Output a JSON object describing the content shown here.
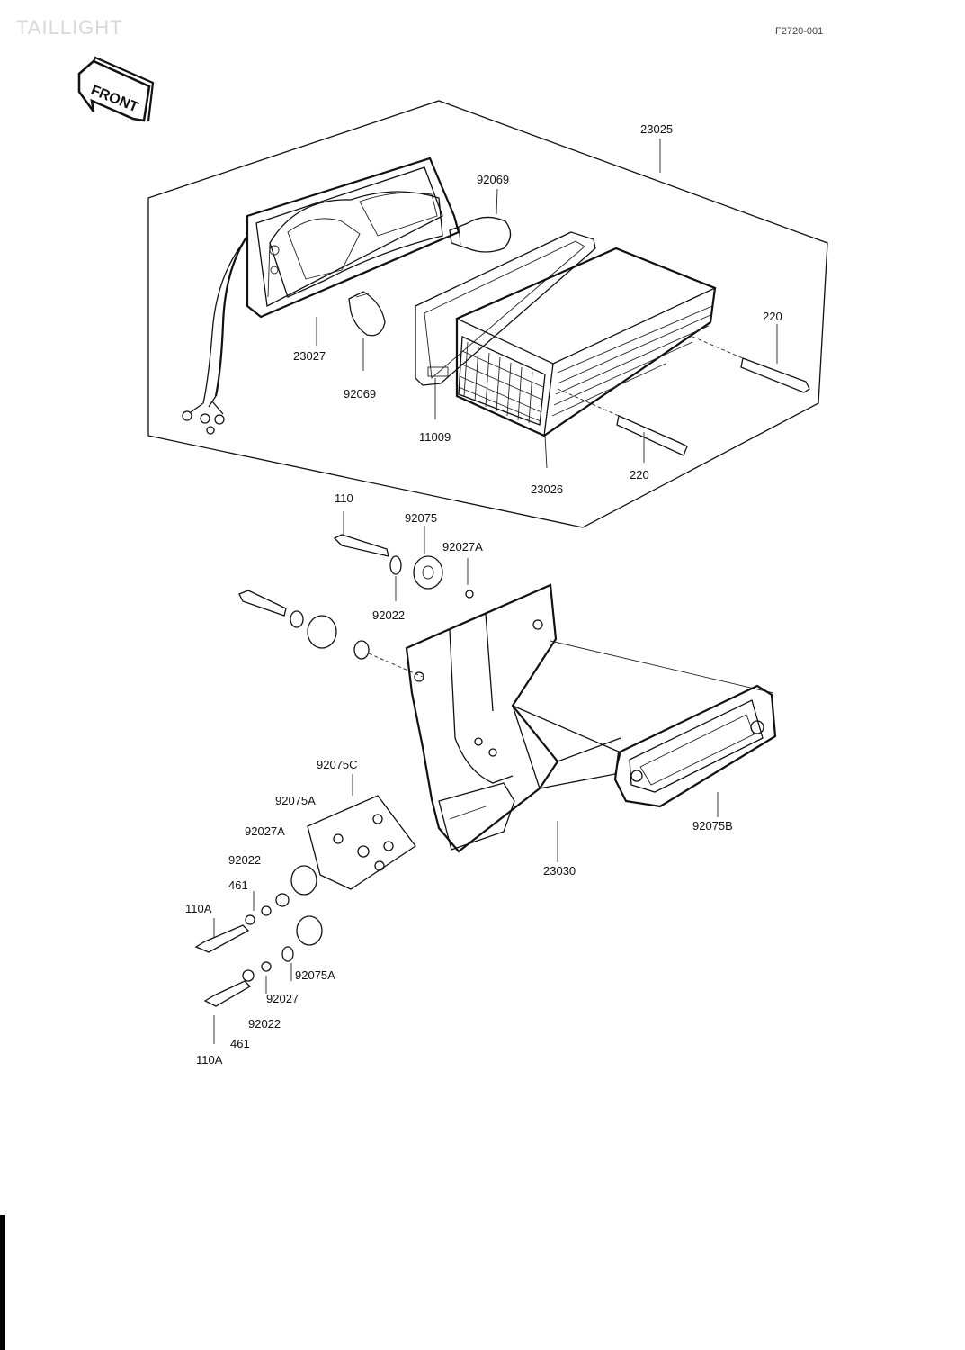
{
  "header": {
    "title": "TAILLIGHT",
    "code": "F2720-001"
  },
  "front_arrow": {
    "label": "FRONT"
  },
  "parts": {
    "p23025": "23025",
    "p92069_top": "92069",
    "p220_top": "220",
    "p23027": "23027",
    "p92069_bottom": "92069",
    "p11009": "11009",
    "p220_bottom": "220",
    "p23026": "23026",
    "p110": "110",
    "p92075": "92075",
    "p92027A_top": "92027A",
    "p92022_top": "92022",
    "p92075C": "92075C",
    "p92075A_top": "92075A",
    "p92027A_mid": "92027A",
    "p92022_mid": "92022",
    "p461_mid": "461",
    "p110A_mid": "110A",
    "p92075B": "92075B",
    "p23030": "23030",
    "p92075A_bottom": "92075A",
    "p92027": "92027",
    "p92022_bottom": "92022",
    "p461_bottom": "461",
    "p110A_bottom": "110A"
  }
}
